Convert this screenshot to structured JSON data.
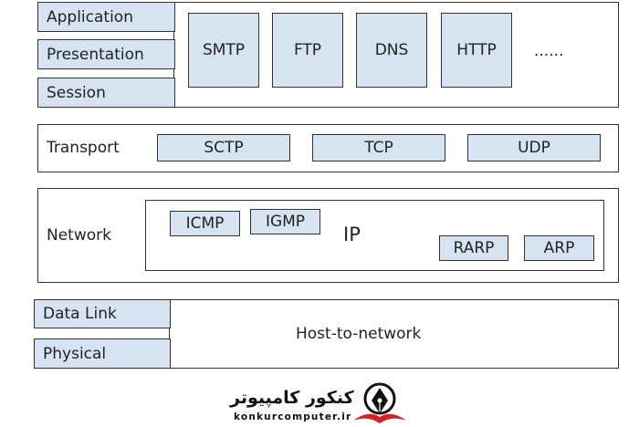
{
  "app_layer": {
    "left_labels": [
      "Application",
      "Presentation",
      "Session"
    ],
    "protocols": [
      "SMTP",
      "FTP",
      "DNS",
      "HTTP"
    ],
    "ellipsis": "......"
  },
  "transport_layer": {
    "label": "Transport",
    "protocols": [
      "SCTP",
      "TCP",
      "UDP"
    ]
  },
  "network_layer": {
    "label": "Network",
    "ip_label": "IP",
    "protocols": [
      "ICMP",
      "IGMP",
      "RARP",
      "ARP"
    ]
  },
  "link_layer": {
    "left_labels": [
      "Data Link",
      "Physical"
    ],
    "host_label": "Host-to-network"
  },
  "watermark": {
    "persian_text": "کنکور کامپیوتر",
    "website": "konkurcomputer.ir"
  }
}
